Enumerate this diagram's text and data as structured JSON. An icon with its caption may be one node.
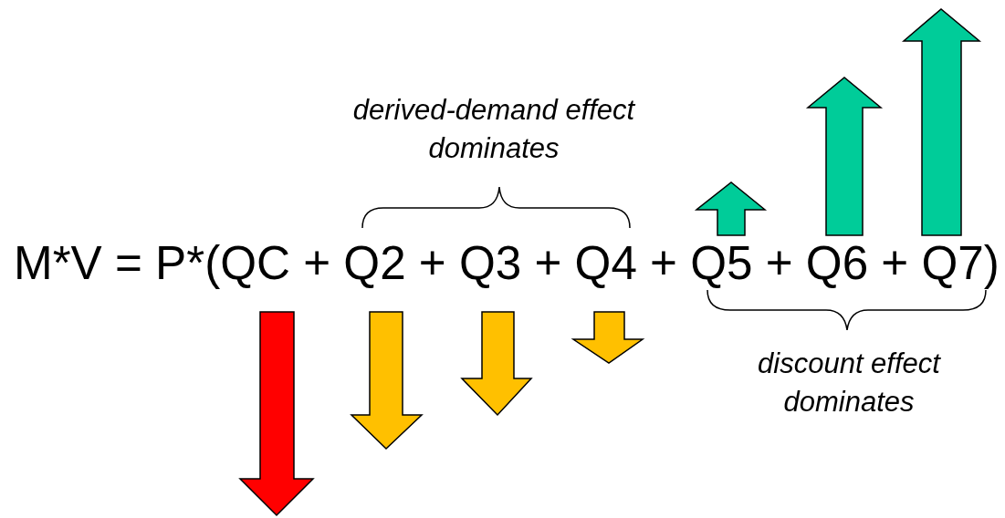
{
  "diagram": {
    "labels": [
      "derived-demand effect dominates",
      "M*V = P*(QC + Q2 + Q3 + Q4 + Q5 + Q6 + Q7)",
      "discount effect dominates"
    ]
  }
}
